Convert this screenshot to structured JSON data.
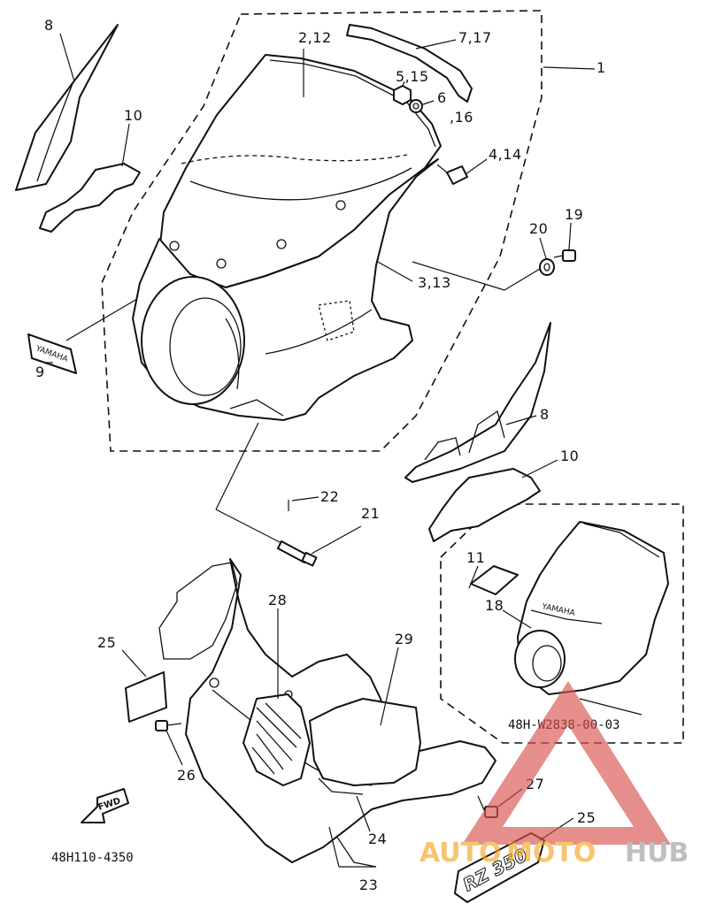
{
  "callouts": {
    "c1": "1",
    "c2_12": "2,12",
    "c3_13": "3,13",
    "c4_14": "4,14",
    "c5_15": "5,15",
    "c6_16_a": "6",
    "c6_16_b": ",16",
    "c7_17": "7,17",
    "c8_top": "8",
    "c8_mid": "8",
    "c9": "9",
    "c10_top": "10",
    "c10_mid": "10",
    "c11": "11",
    "c18": "18",
    "c19": "19",
    "c20": "20",
    "c21": "21",
    "c22": "22",
    "c23": "23",
    "c24": "24",
    "c25_left": "25",
    "c25_right": "25",
    "c26": "26",
    "c27": "27",
    "c28": "28",
    "c29": "29"
  },
  "codes": {
    "fairing_code": "48H-W2838-00-03",
    "cowl_code": "48H110-4350"
  },
  "decals": {
    "yamaha_small": "YAMAHA",
    "fwd": "FWD",
    "rz": "RZ 350",
    "yamaha_plate": "YAMAHA"
  },
  "watermark": {
    "auto": "AUTO",
    "moto": "MOTO",
    "hub": "HUB",
    "colors": {
      "orange": "#f5a623",
      "red": "#d9534f",
      "grey": "#9e9e9e"
    }
  }
}
